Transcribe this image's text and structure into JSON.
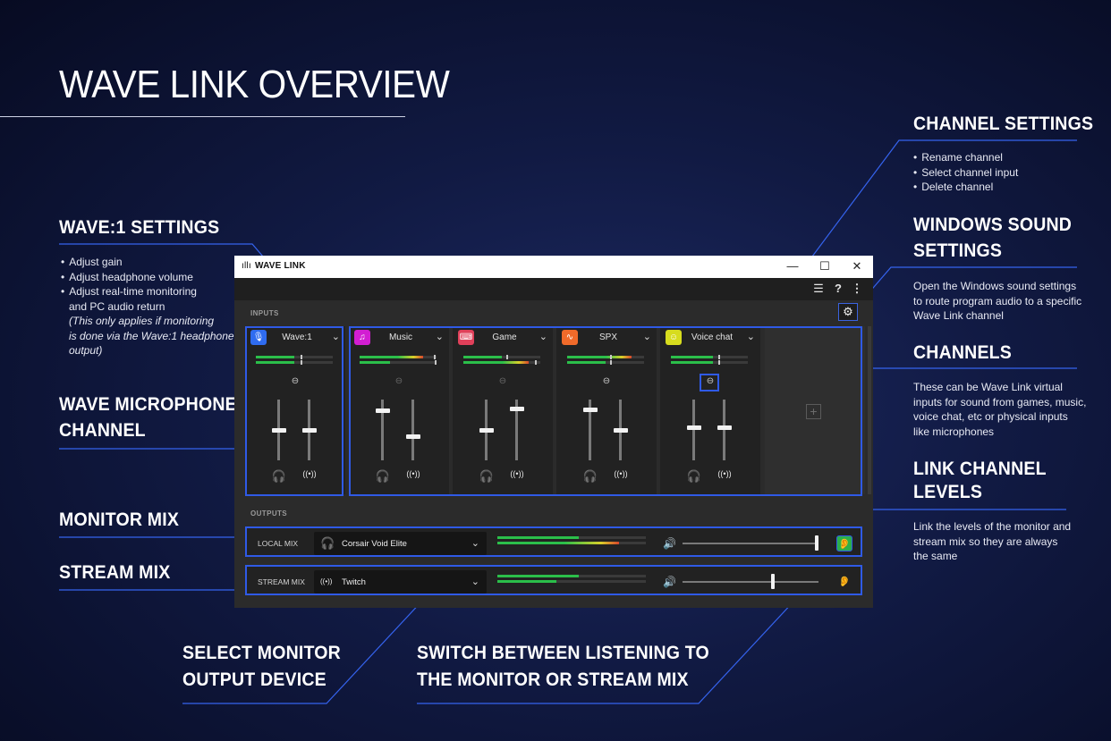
{
  "page": {
    "title": "WAVE LINK OVERVIEW"
  },
  "callouts": {
    "wave1_settings": {
      "title": "WAVE:1 SETTINGS",
      "items": [
        "Adjust gain",
        "Adjust headphone volume",
        "Adjust real-time monitoring",
        "and PC audio return"
      ],
      "note_lines": [
        "(This only applies if monitoring",
        "is done via the Wave:1 headphone",
        "output)"
      ]
    },
    "wave_mic_channel": {
      "title_line1": "WAVE MICROPHONE",
      "title_line2": "CHANNEL"
    },
    "monitor_mix": {
      "title": "MONITOR MIX"
    },
    "stream_mix": {
      "title": "STREAM MIX"
    },
    "select_monitor": {
      "title_line1": "SELECT MONITOR",
      "title_line2": "OUTPUT DEVICE"
    },
    "switch_listening": {
      "title_line1": "SWITCH BETWEEN LISTENING TO",
      "title_line2": "THE MONITOR OR STREAM MIX"
    },
    "channel_settings": {
      "title": "CHANNEL SETTINGS",
      "items": [
        "Rename channel",
        "Select channel input",
        "Delete channel"
      ]
    },
    "windows_sound": {
      "title_line1": "WINDOWS SOUND",
      "title_line2": "SETTINGS",
      "body_lines": [
        "Open the Windows sound settings",
        "to route program audio to a specific",
        "Wave Link channel"
      ]
    },
    "channels": {
      "title": "CHANNELS",
      "body_lines": [
        "These can be Wave Link virtual",
        "inputs for sound from games, music,",
        "voice chat, etc or physical inputs",
        "like microphones"
      ]
    },
    "link_levels": {
      "title_line1": "LINK CHANNEL",
      "title_line2": "LEVELS",
      "body_lines": [
        "Link the levels of the monitor and",
        "stream mix so they are always",
        "the same"
      ]
    }
  },
  "app": {
    "title": "WAVE LINK",
    "window_controls": {
      "minimize": "—",
      "maximize": "☐",
      "close": "✕"
    },
    "toolbar": {
      "mixer_icon": "sliders-icon",
      "help": "?",
      "menu": "⋮"
    },
    "inputs_label": "INPUTS",
    "outputs_label": "OUTPUTS",
    "add_symbol": "+",
    "channels": [
      {
        "name": "Wave:1",
        "icon": "microphone-icon",
        "glyph": "🎙",
        "color": "#2f6cf0",
        "linked": true,
        "monitor_level": 0.5,
        "stream_level": 0.5,
        "monitor_peak": 0.58,
        "stream_peak": 0.58
      },
      {
        "name": "Music",
        "icon": "music-note-icon",
        "glyph": "♫",
        "color": "#d21ed2",
        "linked": false,
        "monitor_level": 0.82,
        "stream_level": 0.4,
        "monitor_peak": 0.96,
        "stream_peak": 0.98
      },
      {
        "name": "Game",
        "icon": "gamepad-icon",
        "glyph": "⌨",
        "color": "#e0405a",
        "linked": false,
        "monitor_level": 0.5,
        "stream_level": 0.85,
        "monitor_peak": 0.56,
        "stream_peak": 0.93
      },
      {
        "name": "SPX",
        "icon": "waveform-icon",
        "glyph": "∿",
        "color": "#f06a2a",
        "linked": true,
        "monitor_level": 0.84,
        "stream_level": 0.5,
        "monitor_peak": 0.56,
        "stream_peak": 0.56
      },
      {
        "name": "Voice chat",
        "icon": "chat-bubble-icon",
        "glyph": "☺",
        "color": "#d7dc1e",
        "linked": true,
        "monitor_level": 0.55,
        "stream_level": 0.55,
        "monitor_peak": 0.62,
        "stream_peak": 0.62
      }
    ],
    "outputs": [
      {
        "label": "LOCAL MIX",
        "device": "Corsair Void Elite",
        "device_icon": "headphones-icon",
        "level_top": 0.55,
        "level_bottom": 0.82,
        "volume": 1.0,
        "listening": true
      },
      {
        "label": "STREAM MIX",
        "device": "Twitch",
        "device_icon": "broadcast-icon",
        "level_top": 0.55,
        "level_bottom": 0.4,
        "volume": 0.67,
        "listening": false
      }
    ],
    "colors": {
      "accent_blue": "#2f5ae6",
      "meter_green": "#2bbf4a",
      "meter_yellow": "#d8d02a",
      "meter_red": "#d8452a",
      "listen_green": "#2bb04a"
    }
  }
}
